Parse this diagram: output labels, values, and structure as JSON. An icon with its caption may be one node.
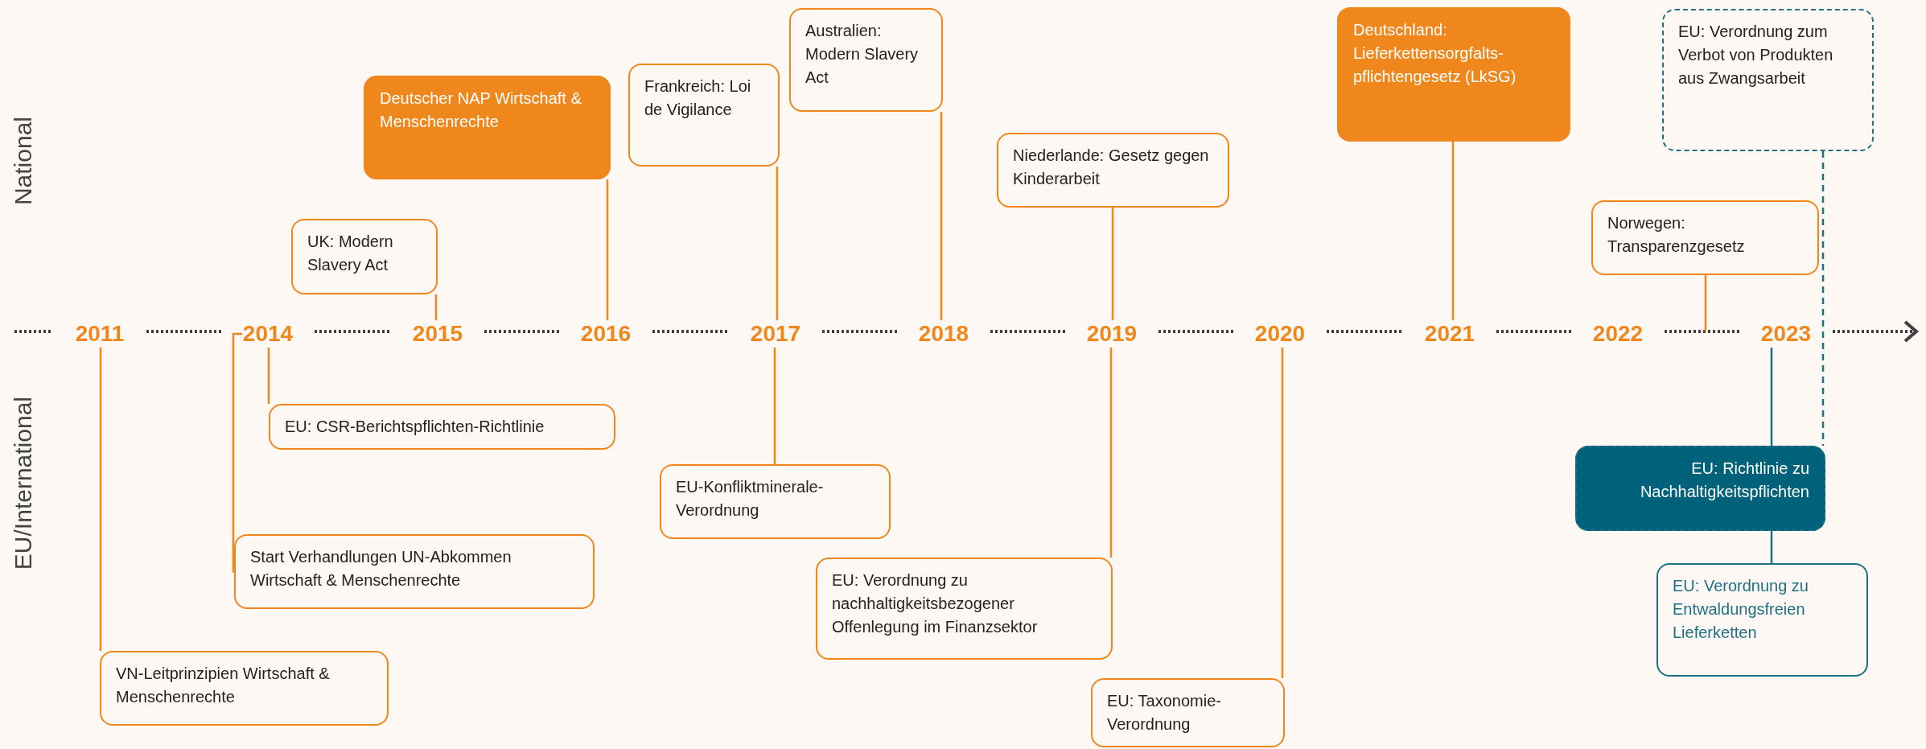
{
  "diagram": {
    "nodes": [
      {
        "text": [
          "Australien: Modern Slavery Act"
        ]
      },
      {
        "text": [
          "Deutschland: Lieferkettensorgfalts-pflichtengesetz (LkSG)"
        ]
      },
      {
        "text": [
          "EU: Verordnung zum Verbot von Produkten aus Zwangsarbeit"
        ]
      },
      {
        "text": [
          "Frankreich: Loi de Vigilance"
        ]
      },
      {
        "text": [
          "Deutscher NAP Wirtschaft & Menschenrechte"
        ]
      },
      {
        "text": [
          "Niederlande: Gesetz gegen Kinderarbeit"
        ]
      },
      {
        "text": [
          "UK: Modern Slavery Act"
        ]
      },
      {
        "text": [
          "Norwegen: Transparenzgesetz"
        ]
      },
      {
        "text": [
          "2011"
        ]
      },
      {
        "text": [
          "2014"
        ]
      },
      {
        "text": [
          "2015"
        ]
      },
      {
        "text": [
          "2016"
        ]
      },
      {
        "text": [
          "2017"
        ]
      },
      {
        "text": [
          "2018"
        ]
      },
      {
        "text": [
          "2019"
        ]
      },
      {
        "text": [
          "2020"
        ]
      },
      {
        "text": [
          "2021"
        ]
      },
      {
        "text": [
          "2022"
        ]
      },
      {
        "text": [
          "2023"
        ]
      },
      {
        "text": [
          "EU: CSR-Berichtspflichten-Richtlinie"
        ]
      },
      {
        "text": [
          "EU-Konfliktminerale-Verordnung"
        ]
      },
      {
        "text": [
          "EU: Richtlinie zu Nachhaltigkeitspflichten"
        ]
      },
      {
        "text": [
          "Start Verhandlungen UN-Abkommen Wirtschaft & Menschenrechte"
        ]
      },
      {
        "text": [
          "EU: Verordnung zu nachhaltigkeitsbezogener Offenlegung im Finanzsektor"
        ]
      },
      {
        "text": [
          "EU: Verordnung zu Entwaldungsfreien Lieferketten"
        ]
      },
      {
        "text": [
          "VN-Leitprinzipien Wirtschaft & Menschenrechte"
        ]
      },
      {
        "text": [
          "EU: Taxonomie-Verordnung"
        ]
      }
    ],
    "edges": [
      {
        "from": 6,
        "to": 10,
        "arrow": "none"
      },
      {
        "from": 4,
        "to": 11,
        "arrow": "none"
      },
      {
        "from": 3,
        "to": 12,
        "arrow": "none"
      },
      {
        "from": 0,
        "to": 13,
        "arrow": "none"
      },
      {
        "from": 5,
        "to": 14,
        "arrow": "none"
      },
      {
        "from": 1,
        "to": 16,
        "arrow": "none"
      },
      {
        "from": 7,
        "to": null,
        "arrow": "none"
      },
      {
        "from": 2,
        "to": 21,
        "arrow": "none",
        "style": "dashed",
        "color": "#1f6f86"
      },
      {
        "from": 8,
        "to": 25,
        "arrow": "none"
      },
      {
        "from": 9,
        "to": 22,
        "arrow": "none"
      },
      {
        "from": 9,
        "to": 19,
        "arrow": "none"
      },
      {
        "from": 12,
        "to": 20,
        "arrow": "none"
      },
      {
        "from": 14,
        "to": 23,
        "arrow": "none"
      },
      {
        "from": 15,
        "to": 26,
        "arrow": "none"
      },
      {
        "from": 18,
        "to": 21,
        "arrow": "none",
        "color": "#1f6f86"
      },
      {
        "from": 21,
        "to": 24,
        "arrow": "none",
        "color": "#1f6f86"
      }
    ],
    "labels": [
      "National",
      "EU/International"
    ]
  }
}
